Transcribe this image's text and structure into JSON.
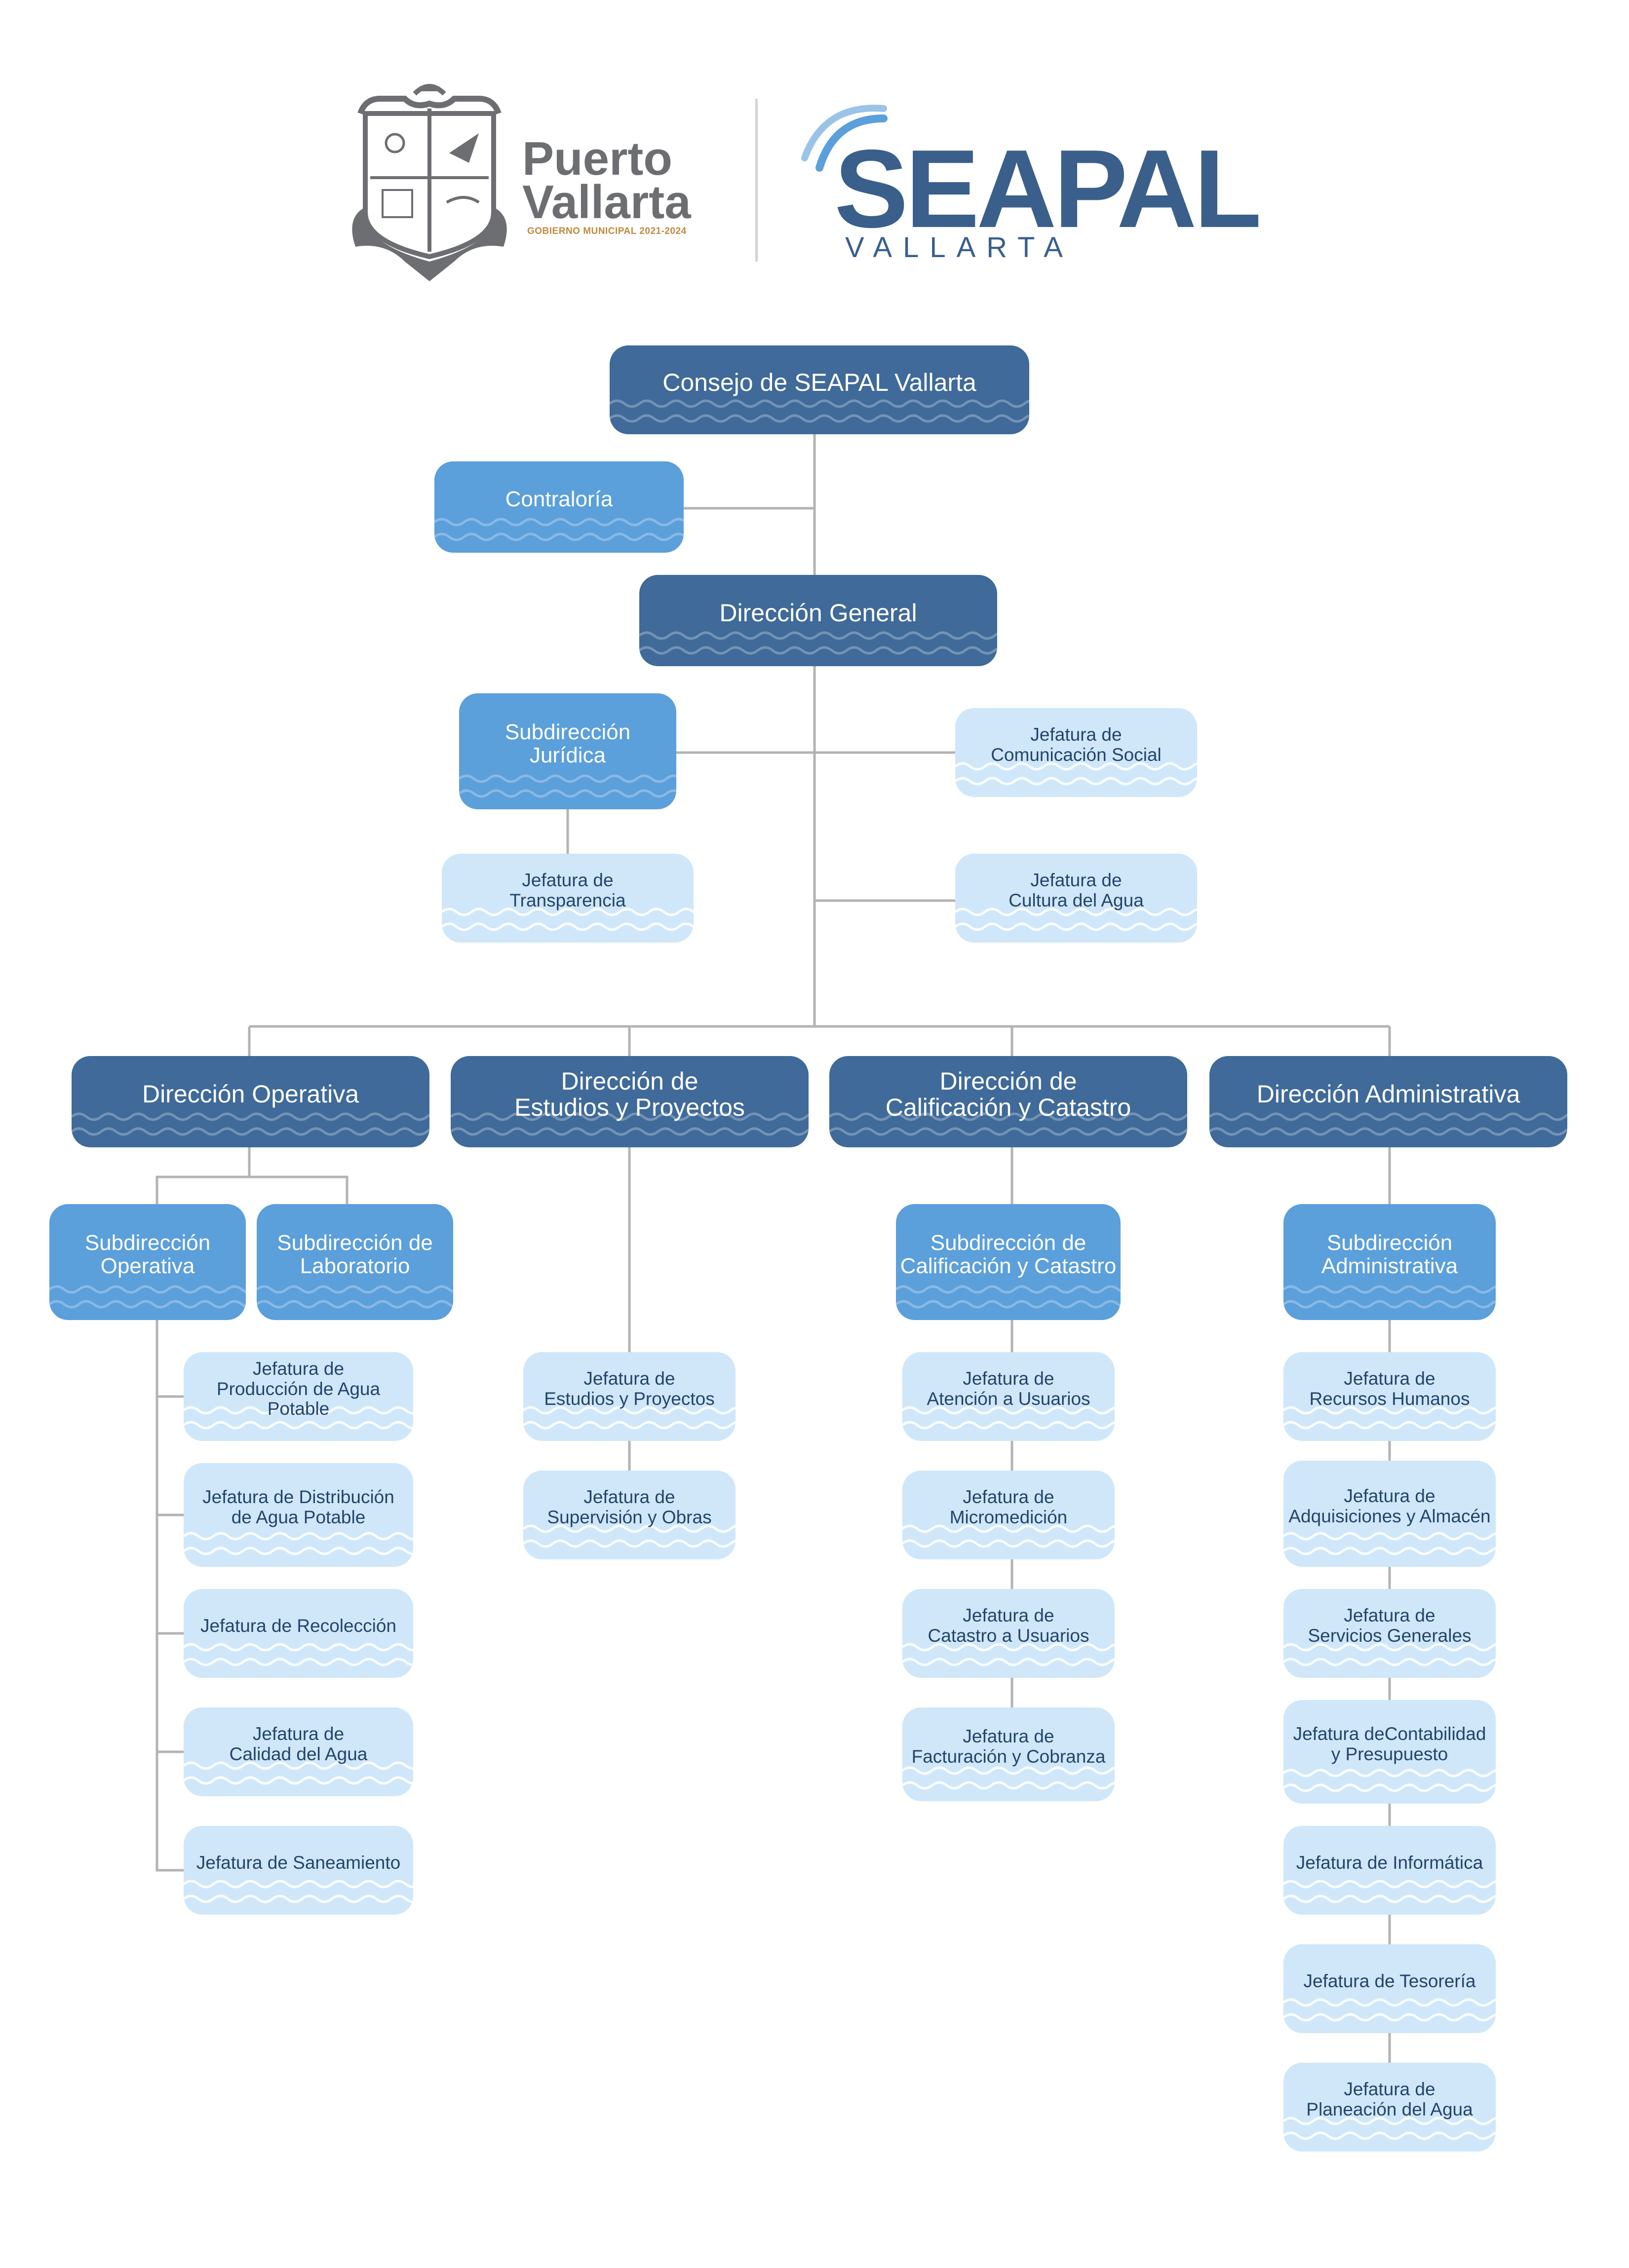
{
  "header": {
    "pv_title": "Puerto\nVallarta",
    "pv_subtitle": "GOBIERNO MUNICIPAL 2021-2024",
    "seapal_title": "SEAPAL",
    "seapal_subtitle": "VALLARTA"
  },
  "colors": {
    "dark": "#3f6a99",
    "mid": "#5b9fdb",
    "light": "#cfe7f9",
    "connector": "#b3b3b3"
  },
  "nodes": {
    "consejo": "Consejo de SEAPAL Vallarta",
    "contraloria": "Contraloría",
    "direccion_general": "Dirección General",
    "subdireccion_juridica": "Subdirección\nJurídica",
    "jef_comunicacion": "Jefatura de\nComunicación Social",
    "jef_transparencia": "Jefatura de\nTransparencia",
    "jef_cultura": "Jefatura de\nCultura del Agua",
    "dir_operativa": "Dirección Operativa",
    "dir_estudios": "Dirección de\nEstudios y Proyectos",
    "dir_calificacion": "Dirección de\nCalificación y Catastro",
    "dir_administrativa": "Dirección Administrativa",
    "sub_operativa": "Subdirección\nOperativa",
    "sub_laboratorio": "Subdirección de\nLaboratorio",
    "sub_calificacion": "Subdirección de\nCalificación y Catastro",
    "sub_administrativa": "Subdirección\nAdministrativa",
    "jef_produccion": "Jefatura de\nProducción de Agua Potable",
    "jef_distribucion": "Jefatura de Distribución\nde  Agua Potable",
    "jef_recoleccion": "Jefatura de Recolección",
    "jef_calidad": "Jefatura de\nCalidad del Agua",
    "jef_saneamiento": "Jefatura de Saneamiento",
    "jef_estudios": "Jefatura de\nEstudios y Proyectos",
    "jef_supervision": "Jefatura de\nSupervisión y Obras",
    "jef_atencion": "Jefatura de\nAtención a Usuarios",
    "jef_micromedicion": "Jefatura de\nMicromedición",
    "jef_catastro": "Jefatura de\nCatastro a Usuarios",
    "jef_facturacion": "Jefatura de\nFacturación y Cobranza",
    "jef_rh": "Jefatura de\nRecursos Humanos",
    "jef_adquisiciones": "Jefatura de\nAdquisiciones y Almacén",
    "jef_servicios": "Jefatura de\nServicios Generales",
    "jef_contabilidad": "Jefatura deContabilidad\ny Presupuesto",
    "jef_informatica": "Jefatura de Informática",
    "jef_tesoreria": "Jefatura de Tesorería",
    "jef_planeacion": "Jefatura de\nPlaneación del Agua"
  }
}
